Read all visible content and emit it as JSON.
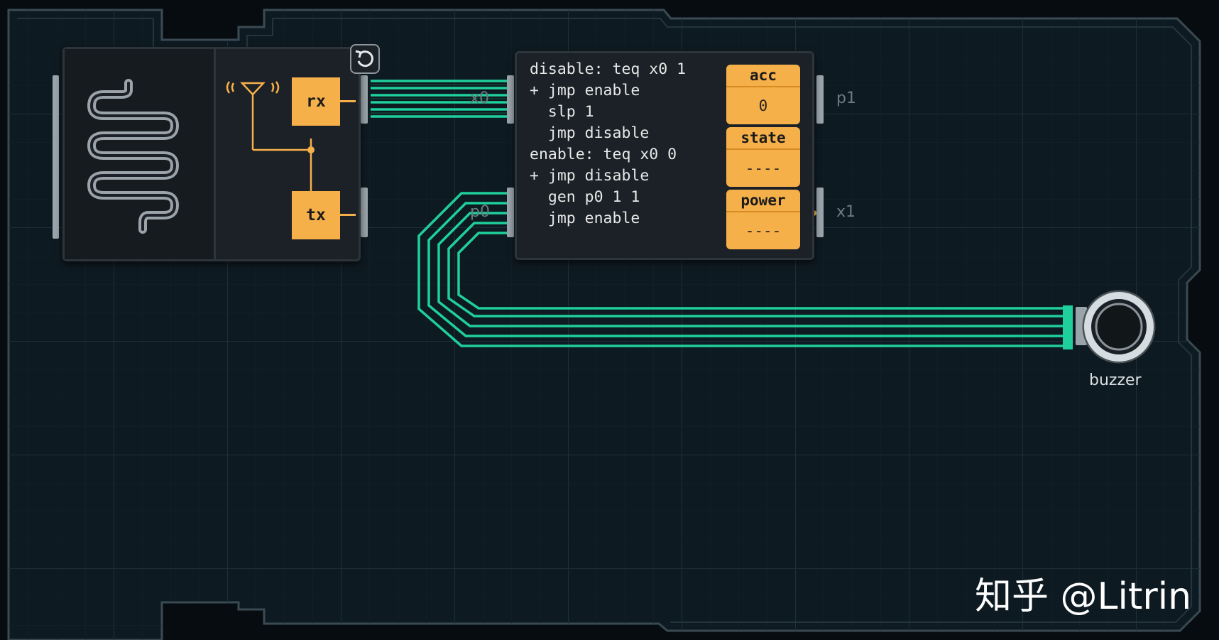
{
  "colors": {
    "background": "#0b1217",
    "grid": "#1a2932",
    "board_edge": "#33424b",
    "trace": "#1fcf9c",
    "accent_orange": "#f6b04a",
    "module_body": "#1b2126"
  },
  "radio": {
    "rx_label": "rx",
    "tx_label": "tx",
    "icons": [
      "wavy-line-icon",
      "antenna-icon",
      "rotate-icon"
    ]
  },
  "mcu": {
    "code": "disable: teq x0 1\n+ jmp enable\n  slp 1\n  jmp disable\nenable: teq x0 0\n+ jmp disable\n  gen p0 1 1\n  jmp enable",
    "registers": [
      {
        "name": "acc",
        "value": "0"
      },
      {
        "name": "state",
        "value": "----"
      },
      {
        "name": "power",
        "value": "----"
      }
    ],
    "ports": {
      "x0": "x0",
      "p0": "p0",
      "p1": "p1",
      "x1": "x1"
    }
  },
  "buzzer": {
    "label": "buzzer"
  },
  "watermark": "知乎 @Litrin"
}
